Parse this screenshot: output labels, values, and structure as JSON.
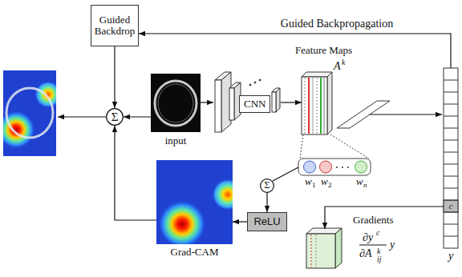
{
  "diagram": {
    "nodes": [
      {
        "text": [
          "Guided Backdrop"
        ]
      },
      {
        "text": [
          "Σ"
        ]
      },
      {
        "text": [
          "input"
        ]
      },
      {
        "text": [
          "CNN"
        ]
      },
      {
        "text": [
          "Feature Maps"
        ]
      },
      {
        "text": [
          "Σ"
        ]
      },
      {
        "text": [
          "ReLU"
        ]
      },
      {
        "text": [
          "Grad-CAM"
        ]
      },
      {
        "text": [
          "Gradients"
        ]
      },
      {
        "text": [
          "c",
          "y"
        ]
      }
    ],
    "edges": [
      {
        "from": 9,
        "to": 0,
        "label": "Guided Backpropagation",
        "arrow": "to"
      },
      {
        "from": 0,
        "to": 1,
        "arrow": "to"
      },
      {
        "from": 2,
        "to": 1,
        "arrow": "to"
      },
      {
        "from": 7,
        "to": 1,
        "arrow": "to"
      },
      {
        "from": 2,
        "to": 3,
        "arrow": "to"
      },
      {
        "from": 3,
        "to": 4,
        "arrow": "to"
      },
      {
        "from": 5,
        "to": 6,
        "arrow": "to"
      },
      {
        "from": 6,
        "to": 7,
        "arrow": "to"
      },
      {
        "from": 9,
        "to": 8,
        "arrow": "to"
      }
    ],
    "labels": [
      "A",
      "k",
      "w",
      "1",
      "w",
      "2",
      "w",
      "n",
      "∂y",
      "c",
      "∂A",
      "k",
      "ij",
      "y"
    ]
  }
}
